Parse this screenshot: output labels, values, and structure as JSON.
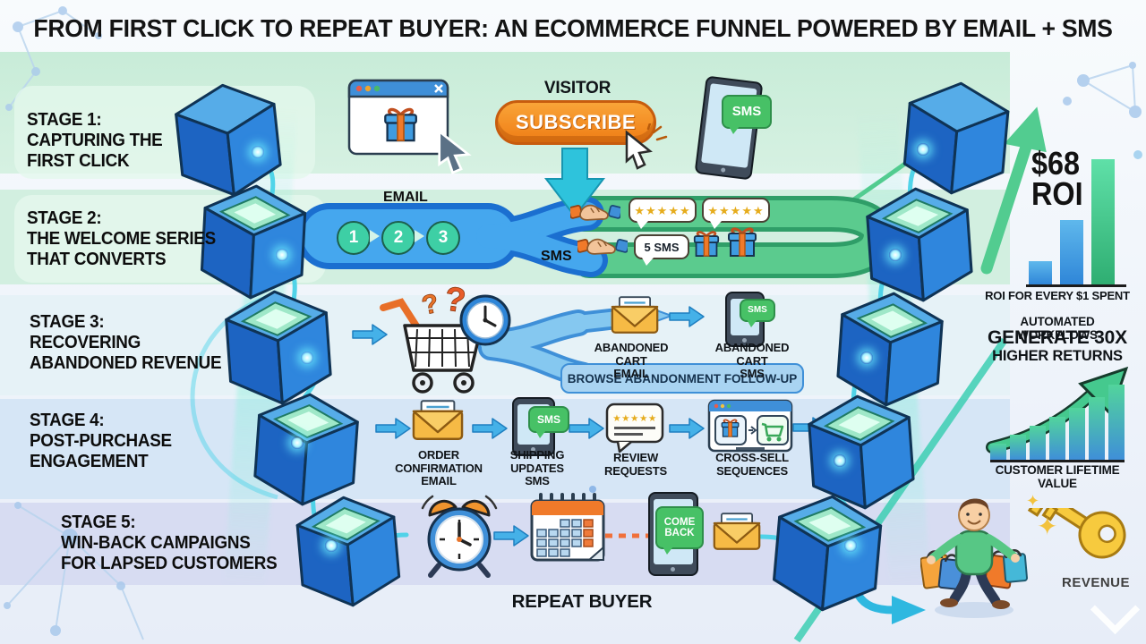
{
  "title": "FROM FIRST CLICK TO REPEAT BUYER: AN ECOMMERCE FUNNEL POWERED BY EMAIL + SMS",
  "stage_labels": {
    "s1": "STAGE 1:\nCAPTURING THE\nFIRST CLICK",
    "s2": "STAGE 2:\nTHE WELCOME SERIES\nTHAT CONVERTS",
    "s3": "STAGE 3:\nRECOVERING\nABANDONED REVENUE",
    "s4": "STAGE 4:\nPOST-PURCHASE\nENGAGEMENT",
    "s5": "STAGE 5:\nWIN-BACK CAMPAIGNS\nFOR LAPSED CUSTOMERS"
  },
  "funnel_top": {
    "visitor": "VISITOR",
    "subscribe": "SUBSCRIBE",
    "phone_sms": "SMS"
  },
  "welcome": {
    "email": "EMAIL",
    "steps": [
      "1",
      "2",
      "3"
    ],
    "sms": "SMS",
    "five_sms": "5 SMS",
    "stars": "★★★★★"
  },
  "abandoned": {
    "q1": "?",
    "q2": "?",
    "cart_email": "ABANDONED CART\nEMAIL",
    "cart_sms": "ABANDONED CART\nSMS",
    "sms_bubble": "SMS",
    "browse": "BROWSE ABANDONMENT FOLLOW-UP"
  },
  "post_purchase": {
    "order": "ORDER\nCONFIRMATION\nEMAIL",
    "shipping": "SHIPPING\nUPDATES\nSMS",
    "review": "REVIEW\nREQUESTS",
    "cross_sell": "CROSS-SELL\nSEQUENCES",
    "review_stars": "★★★★★",
    "sms_bubble": "SMS"
  },
  "winback": {
    "come_back": "COME\nBACK",
    "repeat_buyer": "REPEAT BUYER"
  },
  "roi": {
    "headline": "$68\nROI",
    "caption": "ROI FOR EVERY $1 SPENT",
    "bars": [
      26,
      72,
      140
    ]
  },
  "workflows": {
    "line1": "AUTOMATED WORKFLOWS",
    "line2": "GENERATE 30X",
    "line3": "HIGHER RETURNS"
  },
  "clv": {
    "caption": "CUSTOMER LIFETIME VALUE",
    "bars": [
      18,
      28,
      38,
      48,
      58,
      70,
      84
    ]
  },
  "revenue_label": "REVENUE",
  "sparkle": "✦",
  "colors": {
    "cube_blue": "#2f86dd",
    "band_green": "#5bcb8e",
    "band_blue": "#45a7ee",
    "accent_teal": "#2ec3dc",
    "subscribe_orange": "#ef7d15",
    "key_gold": "#f7ca3e"
  }
}
